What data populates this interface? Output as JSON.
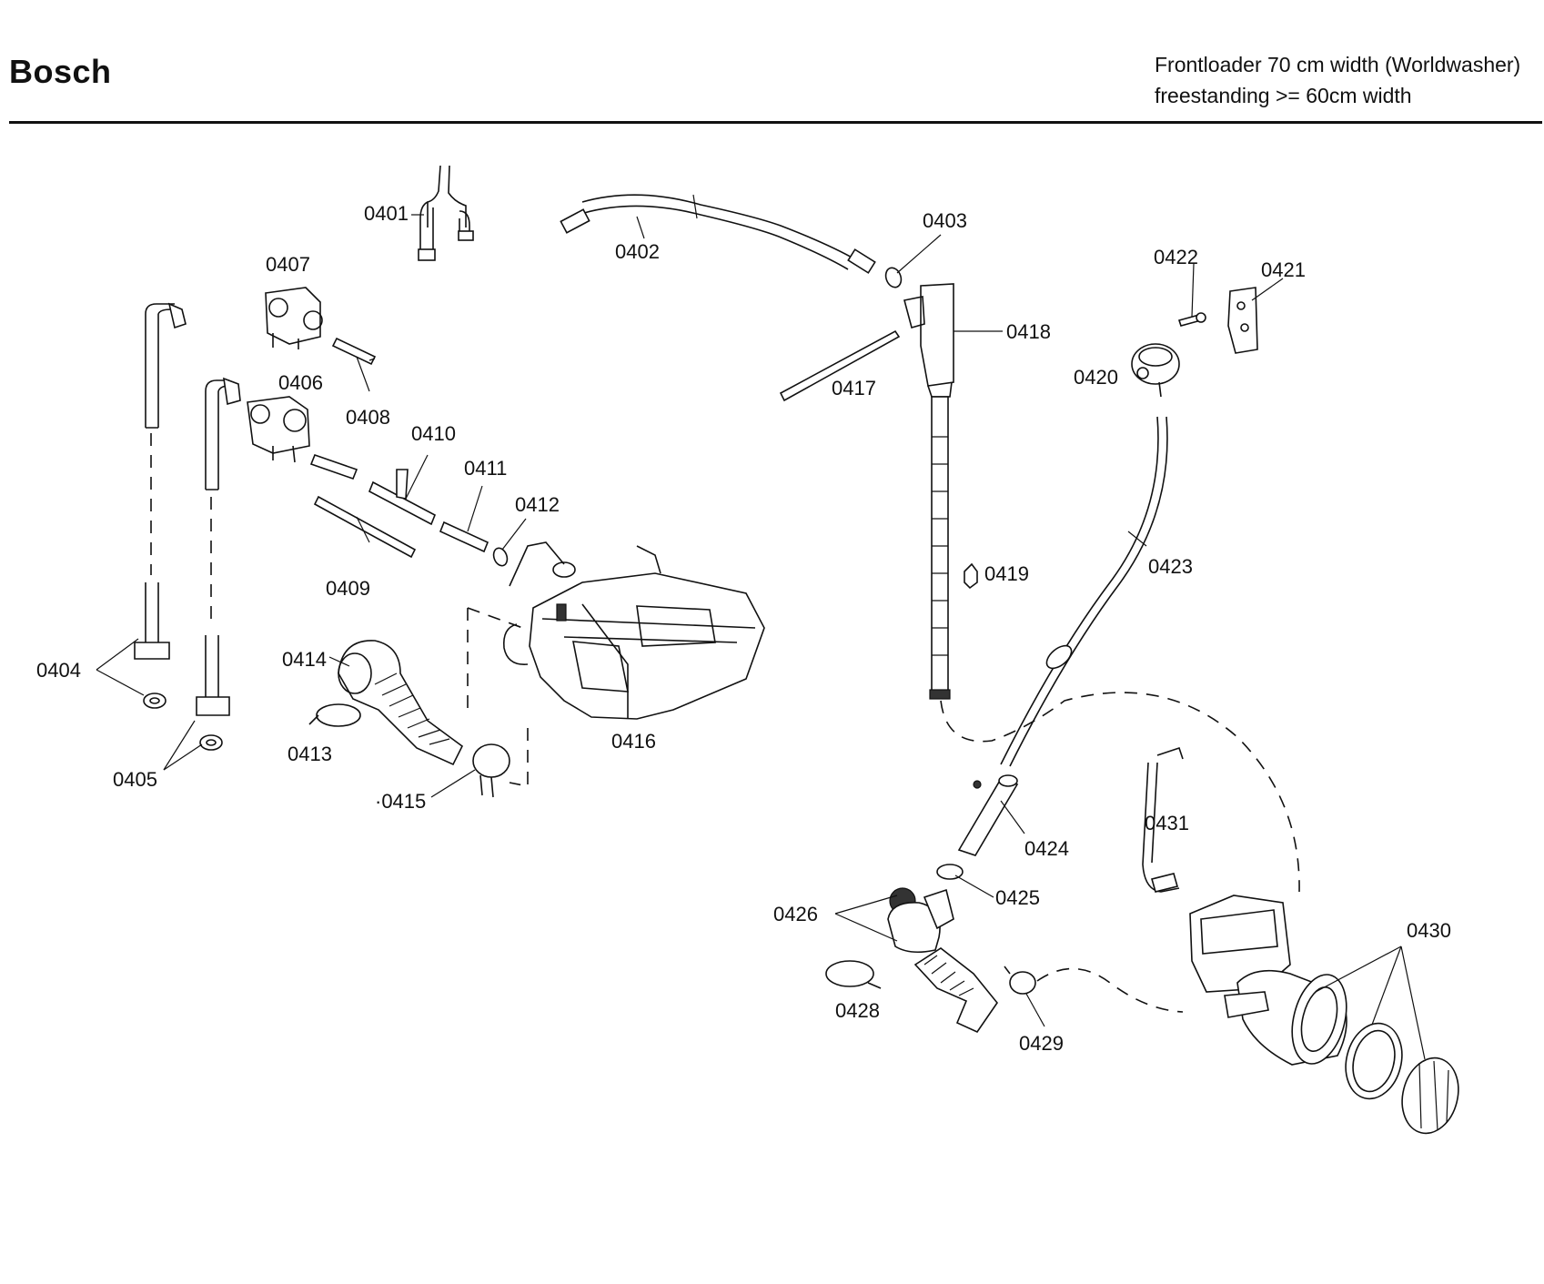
{
  "header": {
    "brand": "Bosch",
    "model_line1": "Frontloader 70 cm width (Worldwasher)",
    "model_line2": "freestanding >= 60cm width"
  },
  "parts": [
    {
      "id": "p0401",
      "label": "0401"
    },
    {
      "id": "p0402",
      "label": "0402"
    },
    {
      "id": "p0403",
      "label": "0403"
    },
    {
      "id": "p0404",
      "label": "0404"
    },
    {
      "id": "p0405",
      "label": "0405"
    },
    {
      "id": "p0406",
      "label": "0406"
    },
    {
      "id": "p0407",
      "label": "0407"
    },
    {
      "id": "p0408",
      "label": "0408"
    },
    {
      "id": "p0409",
      "label": "0409"
    },
    {
      "id": "p0410",
      "label": "0410"
    },
    {
      "id": "p0411",
      "label": "0411"
    },
    {
      "id": "p0412",
      "label": "0412"
    },
    {
      "id": "p0413",
      "label": "0413"
    },
    {
      "id": "p0414",
      "label": "0414"
    },
    {
      "id": "p0415",
      "label": "·0415"
    },
    {
      "id": "p0416",
      "label": "0416"
    },
    {
      "id": "p0417",
      "label": "0417"
    },
    {
      "id": "p0418",
      "label": "0418"
    },
    {
      "id": "p0419",
      "label": "0419"
    },
    {
      "id": "p0420",
      "label": "0420"
    },
    {
      "id": "p0421",
      "label": "0421"
    },
    {
      "id": "p0422",
      "label": "0422"
    },
    {
      "id": "p0423",
      "label": "0423"
    },
    {
      "id": "p0424",
      "label": "0424"
    },
    {
      "id": "p0425",
      "label": "0425"
    },
    {
      "id": "p0426",
      "label": "0426"
    },
    {
      "id": "p0428",
      "label": "0428"
    },
    {
      "id": "p0429",
      "label": "0429"
    },
    {
      "id": "p0430",
      "label": "0430"
    },
    {
      "id": "p0431",
      "label": "0431"
    }
  ]
}
